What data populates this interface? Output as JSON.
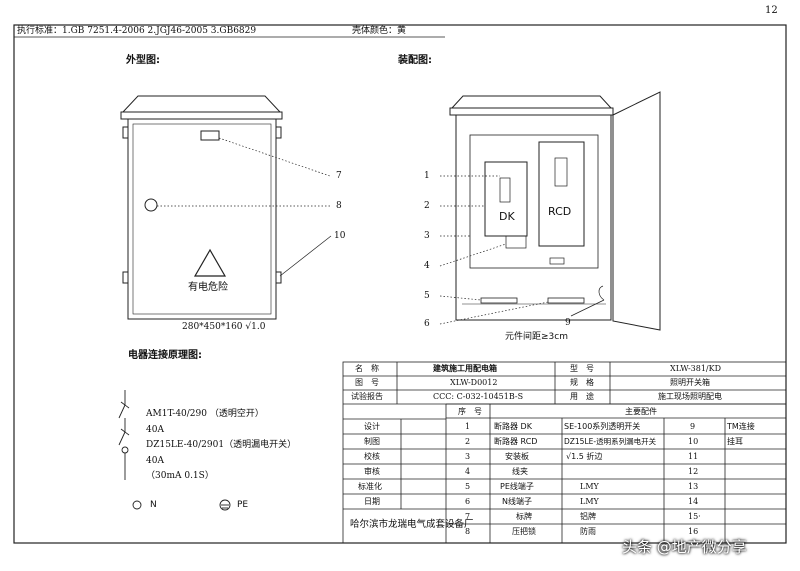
{
  "page_number": "12",
  "header": {
    "standards": "执行标准：1.GB 7251.4-2006   2.JGJ46-2005   3.GB6829",
    "shell_color": "壳体颜色：黄"
  },
  "exterior": {
    "title": "外型图:",
    "warning_text": "有电危险",
    "dimensions": "280*450*160  √1.0",
    "callouts": [
      "7",
      "8",
      "10"
    ]
  },
  "assembly": {
    "title": "装配图:",
    "dk_label": "DK",
    "rcd_label": "RCD",
    "callouts": [
      "1",
      "2",
      "3",
      "4",
      "5",
      "6",
      "9"
    ],
    "spacing_note": "元件间距≥3cm"
  },
  "wiring": {
    "title": "电器连接原理图:",
    "lines": [
      "AM1T-40/290  （透明空开）",
      "40A",
      "DZ15LE-40/2901（透明漏电开关）",
      "40A",
      "（30mA 0.1S）"
    ],
    "n_label": "N",
    "pe_label": "PE"
  },
  "table": {
    "r1": {
      "k1": "名　称",
      "v1": "建筑施工用配电箱",
      "k2": "型　号",
      "v2": "XLW-381/KD"
    },
    "r2": {
      "k1": "图　号",
      "v1": "XLW-D0012",
      "k2": "规　格",
      "v2": "照明开关箱"
    },
    "r3": {
      "k1": "试验报告",
      "v1": "CCC: C-032-10451B-S",
      "k2": "用　途",
      "v2": "施工现场照明配电"
    },
    "seq_header": "序　号",
    "parts_header": "主要配件",
    "roles": [
      "设计",
      "制图",
      "校核",
      "审核",
      "标准化",
      "日期"
    ],
    "company": "哈尔滨市龙瑞电气成套设备厂",
    "rows": [
      {
        "n": "1",
        "name": "断路器 DK",
        "spec": "SE-100系列透明开关",
        "n2": "9",
        "v2": "TM连接"
      },
      {
        "n": "2",
        "name": "断路器 RCD",
        "spec": "DZ15LE-透明系列漏电开关",
        "n2": "10",
        "v2": "挂耳"
      },
      {
        "n": "3",
        "name": "安装板",
        "spec": "√1.5 折边",
        "n2": "11",
        "v2": ""
      },
      {
        "n": "4",
        "name": "线夹",
        "spec": "",
        "n2": "12",
        "v2": ""
      },
      {
        "n": "5",
        "name": "PE线端子",
        "spec": "LMY",
        "n2": "13",
        "v2": ""
      },
      {
        "n": "6",
        "name": "N线端子",
        "spec": "LMY",
        "n2": "14",
        "v2": ""
      },
      {
        "n": "7",
        "name": "标牌",
        "spec": "铝牌",
        "n2": "15·",
        "v2": ""
      },
      {
        "n": "8",
        "name": "压把锁",
        "spec": "防雨",
        "n2": "16",
        "v2": ""
      }
    ]
  },
  "watermark": "头条 @地产微分享"
}
